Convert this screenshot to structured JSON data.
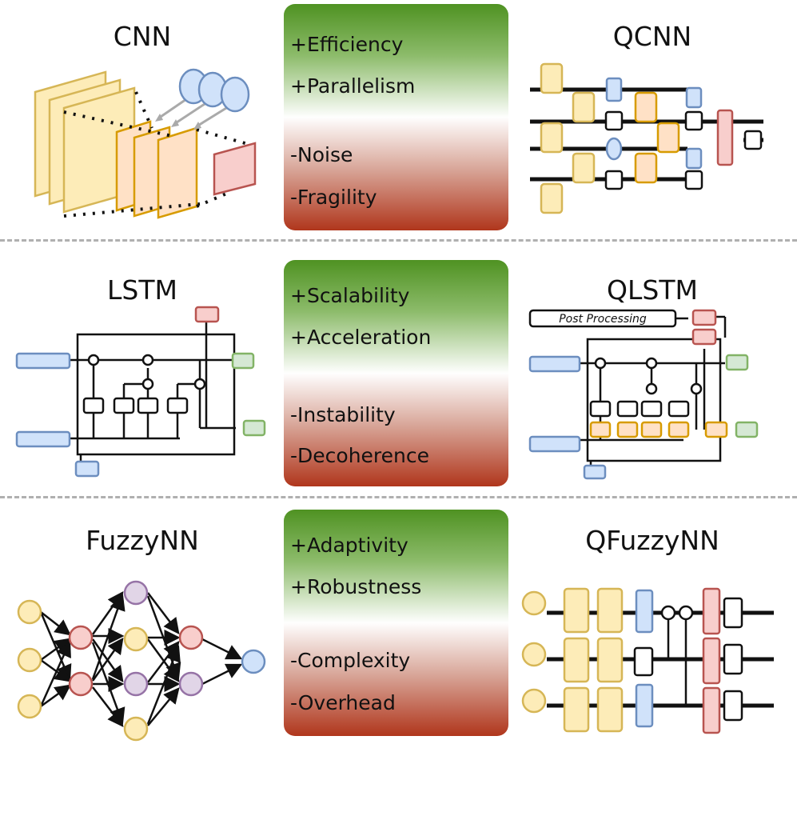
{
  "rows": [
    {
      "classical": "CNN",
      "quantum": "QCNN",
      "pros": [
        "+Efficiency",
        "+Parallelism"
      ],
      "cons": [
        "-Noise",
        "-Fragility"
      ]
    },
    {
      "classical": "LSTM",
      "quantum": "QLSTM",
      "pros": [
        "+Scalability",
        "+Acceleration"
      ],
      "cons": [
        "-Instability",
        "-Decoherence"
      ],
      "post_processing": "Post Processing"
    },
    {
      "classical": "FuzzyNN",
      "quantum": "QFuzzyNN",
      "pros": [
        "+Adaptivity",
        "+Robustness"
      ],
      "cons": [
        "-Complexity",
        "-Overhead"
      ]
    }
  ],
  "colors": {
    "yellow": "#fdecb8",
    "yellow_stroke": "#d6b656",
    "orange": "#ffe1c6",
    "orange_stroke": "#d79b00",
    "blue": "#d0e2fa",
    "blue_stroke": "#6c8ebf",
    "red": "#f8cecc",
    "red_stroke": "#b85450",
    "green": "#d5e8d4",
    "green_stroke": "#82b366",
    "purple": "#e1d5e7",
    "purple_stroke": "#9673a6"
  }
}
